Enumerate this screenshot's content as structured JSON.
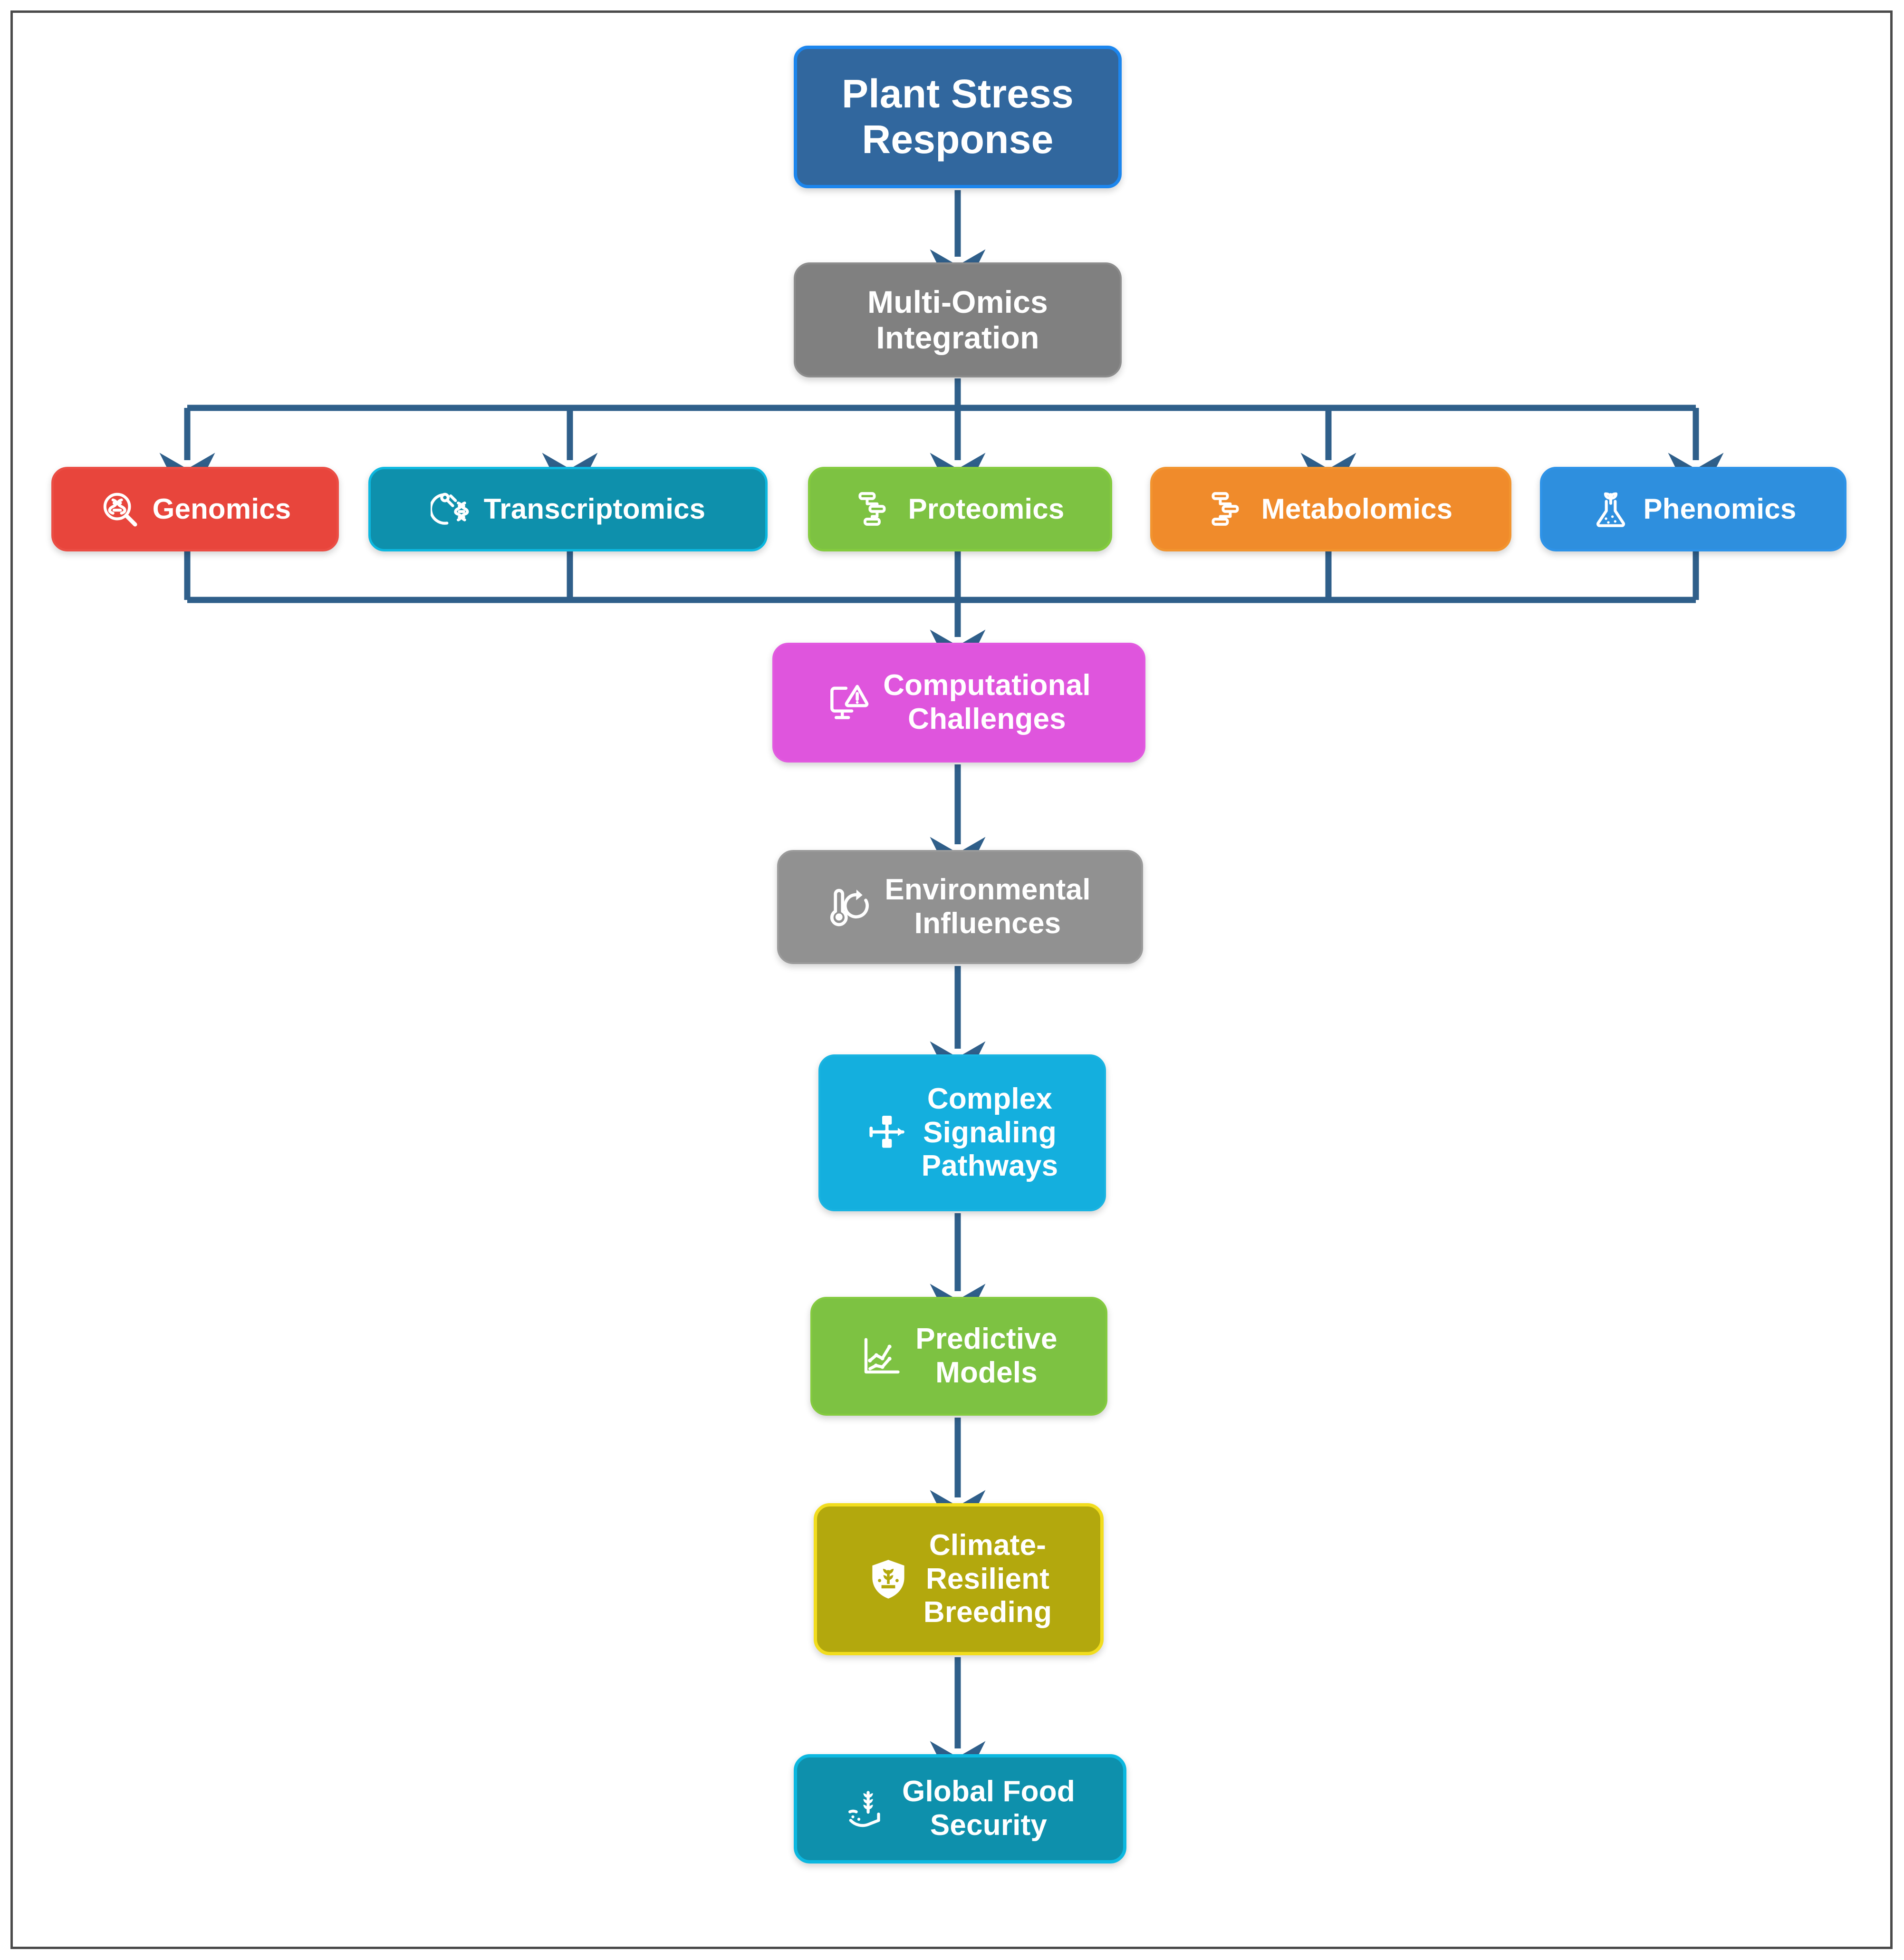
{
  "diagram": {
    "title": "Plant Stress Response Multi-Omics Flowchart",
    "background": "#FFFFFF",
    "frame_color": "#4A4A4A",
    "connector_color": "#2F5F8A"
  },
  "nodes": {
    "root": {
      "id": "plant-stress-response",
      "label": "Plant Stress\nResponse",
      "fill": "#31679E",
      "border": "#1C86EE",
      "icon": null
    },
    "integration": {
      "id": "multi-omics-integration",
      "label": "Multi-Omics\nIntegration",
      "fill": "#808080",
      "border": "#8C8C8C",
      "icon": null
    },
    "omics": [
      {
        "id": "genomics",
        "label": "Genomics",
        "fill": "#E8453C",
        "border": "#EB4D44",
        "icon": "dna-magnifier-icon"
      },
      {
        "id": "transcriptomics",
        "label": "Transcriptomics",
        "fill": "#0E90AC",
        "border": "#0CB8E0",
        "icon": "microscope-dna-icon"
      },
      {
        "id": "proteomics",
        "label": "Proteomics",
        "fill": "#7DC242",
        "border": "#84CB3F",
        "icon": "protein-hierarchy-icon"
      },
      {
        "id": "metabolomics",
        "label": "Metabolomics",
        "fill": "#F08B2B",
        "border": "#F2942F",
        "icon": "metabolic-pathway-icon"
      },
      {
        "id": "phenomics",
        "label": "Phenomics",
        "fill": "#2E8FDE",
        "border": "#2E93E8",
        "icon": "flask-seedling-icon"
      }
    ],
    "chain": [
      {
        "id": "computational-challenges",
        "label": "Computational\nChallenges",
        "fill": "#DF55DD",
        "border": "#E25AE0",
        "icon": "monitor-warning-icon"
      },
      {
        "id": "environmental-influences",
        "label": "Environmental\nInfluences",
        "fill": "#919191",
        "border": "#9A9A9A",
        "icon": "thermometer-cycle-icon"
      },
      {
        "id": "complex-signaling-pathways",
        "label": "Complex\nSignaling\nPathways",
        "fill": "#14AFDE",
        "border": "#19B4E2",
        "icon": "network-nodes-icon"
      },
      {
        "id": "predictive-models",
        "label": "Predictive\nModels",
        "fill": "#7DC242",
        "border": "#84CB3F",
        "icon": "line-chart-icon"
      },
      {
        "id": "climate-resilient-breeding",
        "label": "Climate-\nResilient\nBreeding",
        "fill": "#B3A80D",
        "border": "#F2DD1E",
        "icon": "shield-plant-icon"
      },
      {
        "id": "global-food-security",
        "label": "Global Food\nSecurity",
        "fill": "#0E90AC",
        "border": "#0CB8E0",
        "icon": "wheat-hand-icon"
      }
    ]
  },
  "edges": [
    {
      "from": "plant-stress-response",
      "to": "multi-omics-integration",
      "style": "arrow"
    },
    {
      "from": "multi-omics-integration",
      "to": "genomics",
      "style": "bus-arrow"
    },
    {
      "from": "multi-omics-integration",
      "to": "transcriptomics",
      "style": "bus-arrow"
    },
    {
      "from": "multi-omics-integration",
      "to": "proteomics",
      "style": "bus-arrow"
    },
    {
      "from": "multi-omics-integration",
      "to": "metabolomics",
      "style": "bus-arrow"
    },
    {
      "from": "multi-omics-integration",
      "to": "phenomics",
      "style": "bus-arrow"
    },
    {
      "from": "genomics",
      "to": "computational-challenges",
      "style": "bus-merge"
    },
    {
      "from": "transcriptomics",
      "to": "computational-challenges",
      "style": "bus-merge"
    },
    {
      "from": "proteomics",
      "to": "computational-challenges",
      "style": "bus-merge"
    },
    {
      "from": "metabolomics",
      "to": "computational-challenges",
      "style": "bus-merge"
    },
    {
      "from": "phenomics",
      "to": "computational-challenges",
      "style": "bus-merge"
    },
    {
      "from": "computational-challenges",
      "to": "environmental-influences",
      "style": "arrow"
    },
    {
      "from": "environmental-influences",
      "to": "complex-signaling-pathways",
      "style": "arrow"
    },
    {
      "from": "complex-signaling-pathways",
      "to": "predictive-models",
      "style": "arrow"
    },
    {
      "from": "predictive-models",
      "to": "climate-resilient-breeding",
      "style": "arrow"
    },
    {
      "from": "climate-resilient-breeding",
      "to": "global-food-security",
      "style": "arrow"
    }
  ]
}
